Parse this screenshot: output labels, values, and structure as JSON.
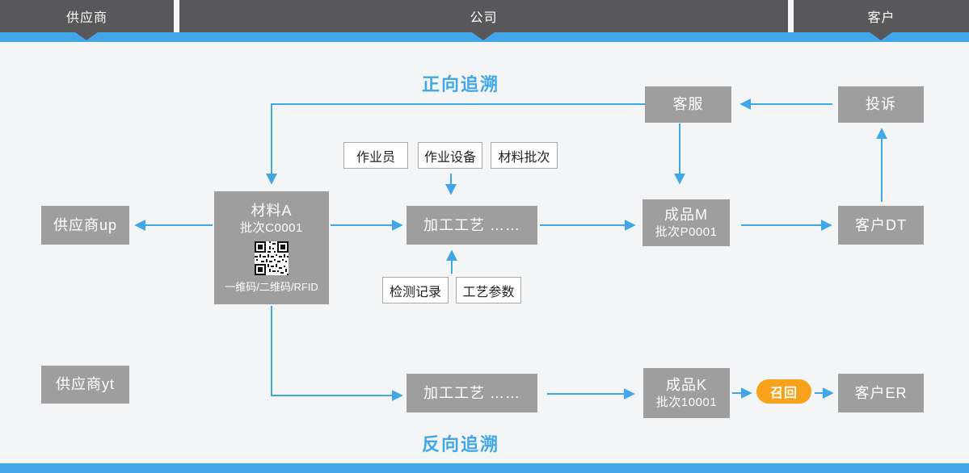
{
  "header": {
    "supplier": "供应商",
    "company": "公司",
    "customer": "客户"
  },
  "titles": {
    "forward": "正向追溯",
    "backward": "反向追溯"
  },
  "nodes": {
    "customer_service": "客服",
    "complaint": "投诉",
    "operator": "作业员",
    "equipment": "作业设备",
    "material_batch": "材料批次",
    "supplier_up": "供应商up",
    "material_a": {
      "title": "材料A",
      "batch": "批次C0001",
      "code_label": "一维码/二维码/RFID"
    },
    "process_forward": "加工工艺  ……",
    "product_m": {
      "title": "成品M",
      "batch": "批次P0001"
    },
    "customer_dt": "客户DT",
    "inspection_record": "检测记录",
    "process_params": "工艺参数",
    "supplier_yt": "供应商yt",
    "process_backward": "加工工艺  ……",
    "product_k": {
      "title": "成品K",
      "batch": "批次10001"
    },
    "recall": "召回",
    "customer_er": "客户ER"
  },
  "colors": {
    "accent_blue": "#41a7e9",
    "header_dark": "#58585a",
    "node_gray": "#9e9e9e",
    "recall_orange": "#f7a21a",
    "background": "#f4f5f7"
  }
}
